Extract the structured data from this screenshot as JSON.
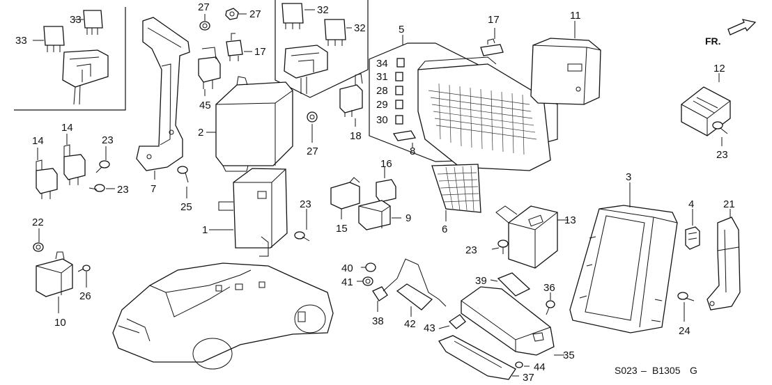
{
  "diagram": {
    "labels": {
      "p1": "1",
      "p2": "2",
      "p3": "3",
      "p4": "4",
      "p5": "5",
      "p6": "6",
      "p7": "7",
      "p8": "8",
      "p9": "9",
      "p10": "10",
      "p11": "11",
      "p12": "12",
      "p13": "13",
      "p14a": "14",
      "p14b": "14",
      "p15": "15",
      "p16": "16",
      "p17a": "17",
      "p17b": "17",
      "p18": "18",
      "p21": "21",
      "p22": "22",
      "p23a": "23",
      "p23b": "23",
      "p23c": "23",
      "p23d": "23",
      "p23e": "23",
      "p24": "24",
      "p25": "25",
      "p26": "26",
      "p27a": "27",
      "p27b": "27",
      "p27c": "27",
      "p28": "28",
      "p29": "29",
      "p30": "30",
      "p31": "31",
      "p32a": "32",
      "p32b": "32",
      "p33a": "33",
      "p33b": "33",
      "p34": "34",
      "p35": "35",
      "p36": "36",
      "p37": "37",
      "p38": "38",
      "p39": "39",
      "p40": "40",
      "p41": "41",
      "p42": "42",
      "p43": "43",
      "p44": "44",
      "p45": "45"
    },
    "direction_label": "FR.",
    "code_left": "S023",
    "code_right": "B1305",
    "code_suffix": "G"
  },
  "colors": {
    "line": "#111111",
    "background": "#ffffff"
  }
}
